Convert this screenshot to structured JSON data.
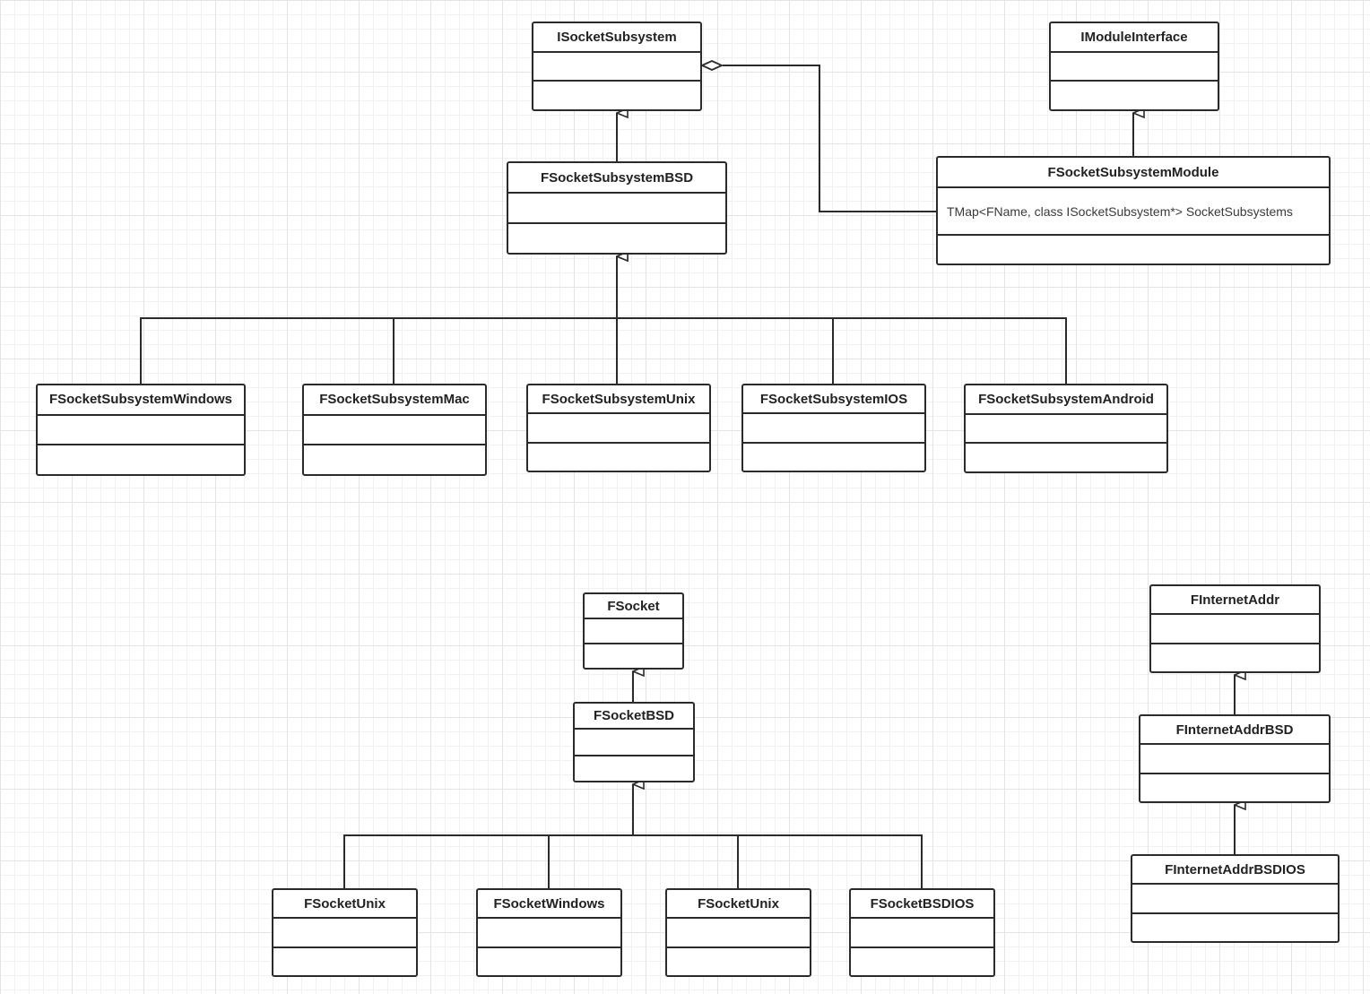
{
  "classes": {
    "isocketsubsystem": {
      "name": "ISocketSubsystem"
    },
    "imoduleinterface": {
      "name": "IModuleInterface"
    },
    "fsocketsubsystembsd": {
      "name": "FSocketSubsystemBSD"
    },
    "fsocketsubsystemmodule": {
      "name": "FSocketSubsystemModule",
      "attribute": "TMap<FName, class ISocketSubsystem*> SocketSubsystems"
    },
    "fsocketsubsystemwindows": {
      "name": "FSocketSubsystemWindows"
    },
    "fsocketsubsystemmac": {
      "name": "FSocketSubsystemMac"
    },
    "fsocketsubsystemunix": {
      "name": "FSocketSubsystemUnix"
    },
    "fsocketsubsystemios": {
      "name": "FSocketSubsystemIOS"
    },
    "fsocketsubsystemandroid": {
      "name": "FSocketSubsystemAndroid"
    },
    "fsocket": {
      "name": "FSocket"
    },
    "fsocketbsd": {
      "name": "FSocketBSD"
    },
    "fsocketunix_1": {
      "name": "FSocketUnix"
    },
    "fsocketwindows": {
      "name": "FSocketWindows"
    },
    "fsocketunix_2": {
      "name": "FSocketUnix"
    },
    "fsocketbsdios": {
      "name": "FSocketBSDIOS"
    },
    "finternetaddr": {
      "name": "FInternetAddr"
    },
    "finternetaddrbsd": {
      "name": "FInternetAddrBSD"
    },
    "finternetaddrbsdios": {
      "name": "FInternetAddrBSDIOS"
    }
  },
  "colors": {
    "line": "#2b2b2b",
    "grid": "#e4e4e4",
    "background": "#ffffff"
  }
}
